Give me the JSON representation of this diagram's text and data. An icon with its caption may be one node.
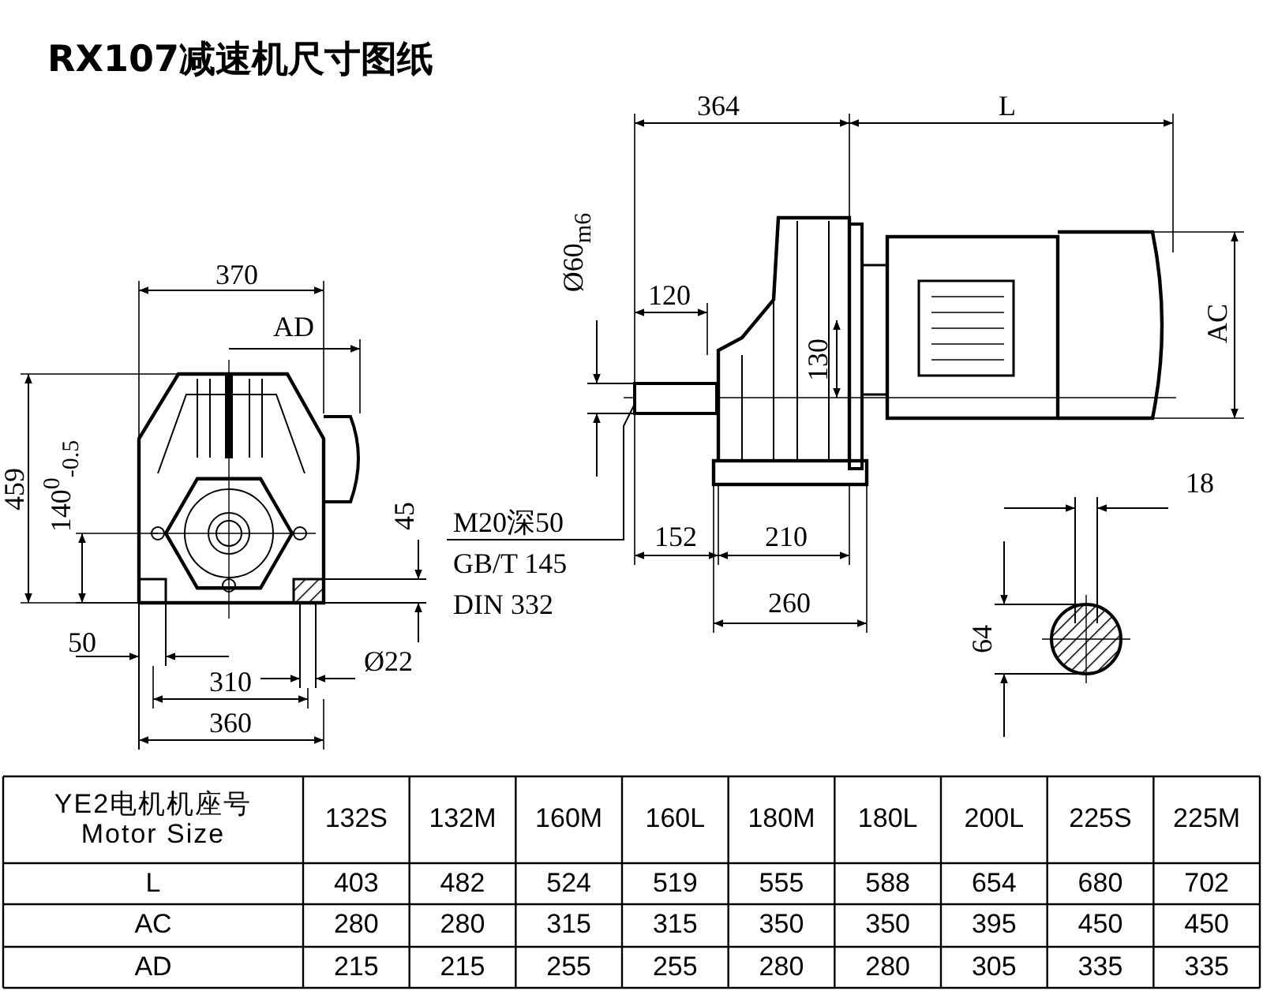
{
  "diagram": {
    "title": "RX107减速机尺寸图纸",
    "nodes": [
      {
        "text": [
          "M20深50",
          "GB/T 145",
          "DIN 332"
        ]
      },
      {
        "text": [],
        "shape": "bar"
      }
    ],
    "edges": [
      {
        "from": 0,
        "to": 1,
        "arrow": "none"
      }
    ],
    "labels": [
      "364",
      "L",
      "370",
      "Ø60$_{m6}$",
      "AD",
      "120",
      "AC",
      "130",
      "459",
      "140$^{0}$$_{-0.5}$",
      "45",
      "18",
      "152",
      "210",
      "50",
      "260",
      "64",
      "Ø22",
      "310",
      "360",
      "YE2电机机座号 Motor Size",
      "132S",
      "132M",
      "160M",
      "160L",
      "180M",
      "180L",
      "200L",
      "225S",
      "225M",
      "L",
      "403",
      "482",
      "524",
      "519",
      "555",
      "588",
      "654",
      "680",
      "702",
      "AC",
      "280",
      "280",
      "315",
      "315",
      "350",
      "350",
      "395",
      "450",
      "450",
      "AD",
      "215",
      "215",
      "255",
      "255",
      "280",
      "280",
      "305",
      "335",
      "335"
    ]
  }
}
